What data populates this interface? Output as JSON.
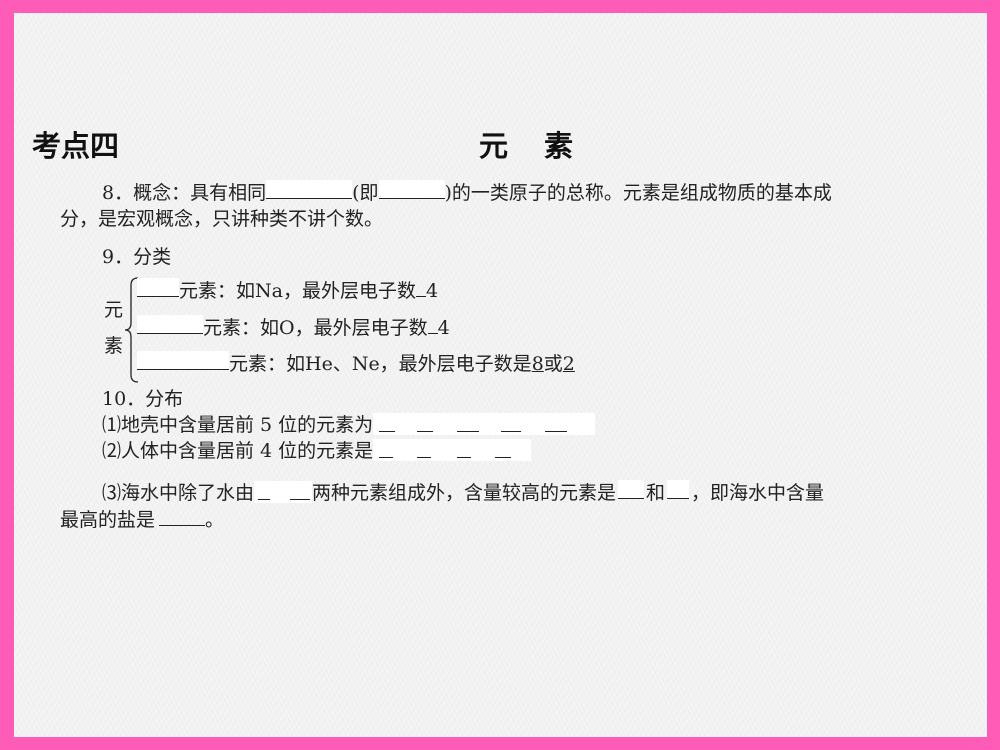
{
  "slide": {
    "heading_left": "考点四",
    "heading_right": "元素",
    "border_color": "#ff5cb8",
    "background_color": "#f4f4f4"
  },
  "section8": {
    "line1_prefix": "8．概念：具有相同",
    "line1_mid": "(即",
    "line1_suffix": ")的一类原子的总称。元素是组成物质的基本成",
    "line2": "分，是宏观概念，只讲种类不讲个数。"
  },
  "section9": {
    "title": "9．分类",
    "brace_label_top": "元",
    "brace_label_bottom": "素",
    "rows": [
      {
        "text": "元素：如Na，最外层电子数",
        "tail": "4"
      },
      {
        "text": "元素：如O，最外层电子数",
        "tail": "4"
      },
      {
        "text": "元素：如He、Ne，最外层电子数是",
        "tail_a": "8",
        "joiner": "或",
        "tail_b": "2"
      }
    ]
  },
  "section10": {
    "title": "10．分布",
    "item1": "⑴地壳中含量居前 5 位的元素为",
    "item2": "⑵人体中含量居前 4 位的元素是",
    "item3_prefix": "⑶海水中除了水由",
    "item3_mid": "两种元素组成外，含量较高的元素是",
    "item3_and": "和",
    "item3_suffix": "，即海水中含量",
    "item3_line2_prefix": "最高的盐是",
    "item3_line2_suffix": "。"
  }
}
